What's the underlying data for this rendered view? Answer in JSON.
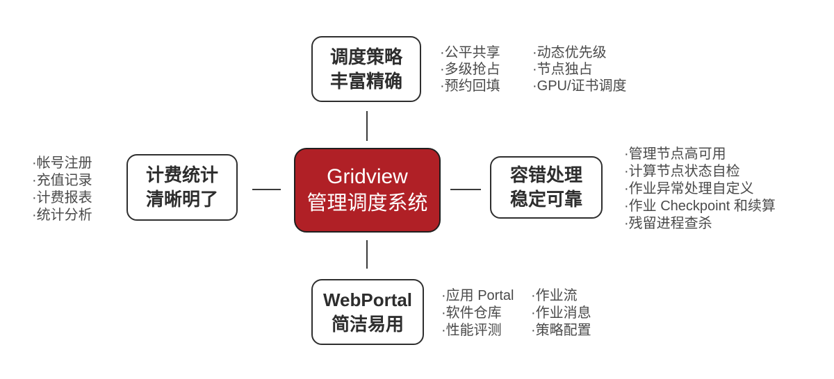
{
  "colors": {
    "accent_red": "#b02026",
    "connector_line": "#3a3a3a",
    "node_border": "#2e2e2e",
    "title_text": "#2d2d2d",
    "bullet_text": "#4a4a4a",
    "center_text": "#ffffff"
  },
  "center": {
    "title_en": "Gridview",
    "title_zh": "管理调度系统"
  },
  "top": {
    "title1": "调度策略",
    "title2": "丰富精确",
    "col1": [
      "·公平共享",
      "·多级抢占",
      "·预约回填"
    ],
    "col2": [
      "·动态优先级",
      "·节点独占",
      "·GPU/证书调度"
    ]
  },
  "left": {
    "title1": "计费统计",
    "title2": "清晰明了",
    "bullets": [
      "·帐号注册",
      "·充值记录",
      "·计费报表",
      "·统计分析"
    ]
  },
  "right": {
    "title1": "容错处理",
    "title2": "稳定可靠",
    "bullets": [
      "·管理节点高可用",
      "·计算节点状态自检",
      "·作业异常处理自定义",
      "·作业 Checkpoint 和续算",
      "·残留进程查杀"
    ]
  },
  "bottom": {
    "title1": "WebPortal",
    "title2": "简洁易用",
    "col1": [
      "·应用 Portal",
      "·软件仓库",
      "·性能评测"
    ],
    "col2": [
      "·作业流",
      "·作业消息",
      "·策略配置"
    ]
  }
}
